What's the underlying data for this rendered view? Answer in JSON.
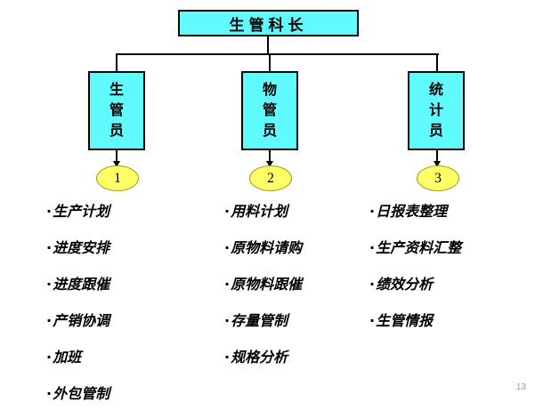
{
  "slide": {
    "page_number": "13",
    "colors": {
      "node_fill": "#5FFBFF",
      "node_border": "#000000",
      "badge_fill": "#FFFF66",
      "badge_border": "#9a9a20",
      "text": "#000000",
      "page_number": "#9b9b9b",
      "background": "#ffffff"
    }
  },
  "org_chart": {
    "root": {
      "label": "生管科长"
    },
    "children": [
      {
        "label": "生管员",
        "chars": [
          "生",
          "管",
          "员"
        ],
        "badge": "1",
        "duties": [
          "生产计划",
          "进度安排",
          "进度跟催",
          "产销协调",
          "加班",
          "外包管制"
        ]
      },
      {
        "label": "物管员",
        "chars": [
          "物",
          "管",
          "员"
        ],
        "badge": "2",
        "duties": [
          "用料计划",
          "原物料请购",
          "原物料跟催",
          "存量管制",
          "规格分析"
        ]
      },
      {
        "label": "统计员",
        "chars": [
          "统",
          "计",
          "员"
        ],
        "badge": "3",
        "duties": [
          "日报表整理",
          "生产资料汇整",
          "绩效分析",
          "生管情报"
        ]
      }
    ]
  },
  "bullet_glyph": "·"
}
